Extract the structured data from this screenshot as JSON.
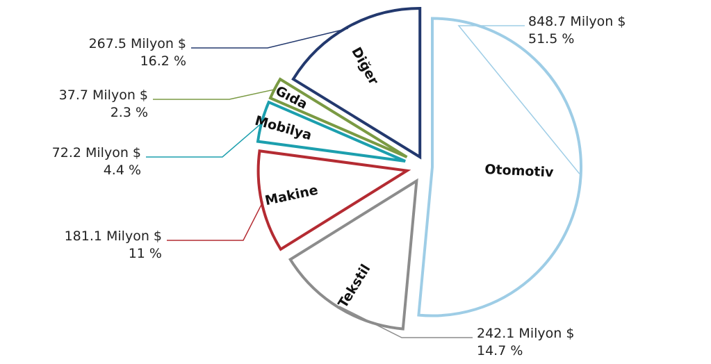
{
  "chart_data": {
    "type": "pie",
    "style": "exploded-outline",
    "title": "",
    "slices": [
      {
        "category": "Otomotiv",
        "value_label": "848.7 Milyon $",
        "percent_label": "51.5 %",
        "value": 848.7,
        "percent": 51.5,
        "color": "#9ecde6"
      },
      {
        "category": "Tekstil",
        "value_label": "242.1 Milyon $",
        "percent_label": "14.7 %",
        "value": 242.1,
        "percent": 14.7,
        "color": "#8c8c8c"
      },
      {
        "category": "Makine",
        "value_label": "181.1 Milyon $",
        "percent_label": "11 %",
        "value": 181.1,
        "percent": 11,
        "color": "#b42b32"
      },
      {
        "category": "Mobilya",
        "value_label": "72.2 Milyon $",
        "percent_label": "4.4 %",
        "value": 72.2,
        "percent": 4.4,
        "color": "#1c9fae"
      },
      {
        "category": "Gıda",
        "value_label": "37.7 Milyon $",
        "percent_label": "2.3 %",
        "value": 37.7,
        "percent": 2.3,
        "color": "#7a9a43"
      },
      {
        "category": "Diğer",
        "value_label": "267.5 Milyon $",
        "percent_label": "16.2 %",
        "value": 267.5,
        "percent": 16.2,
        "color": "#23396e"
      }
    ]
  }
}
